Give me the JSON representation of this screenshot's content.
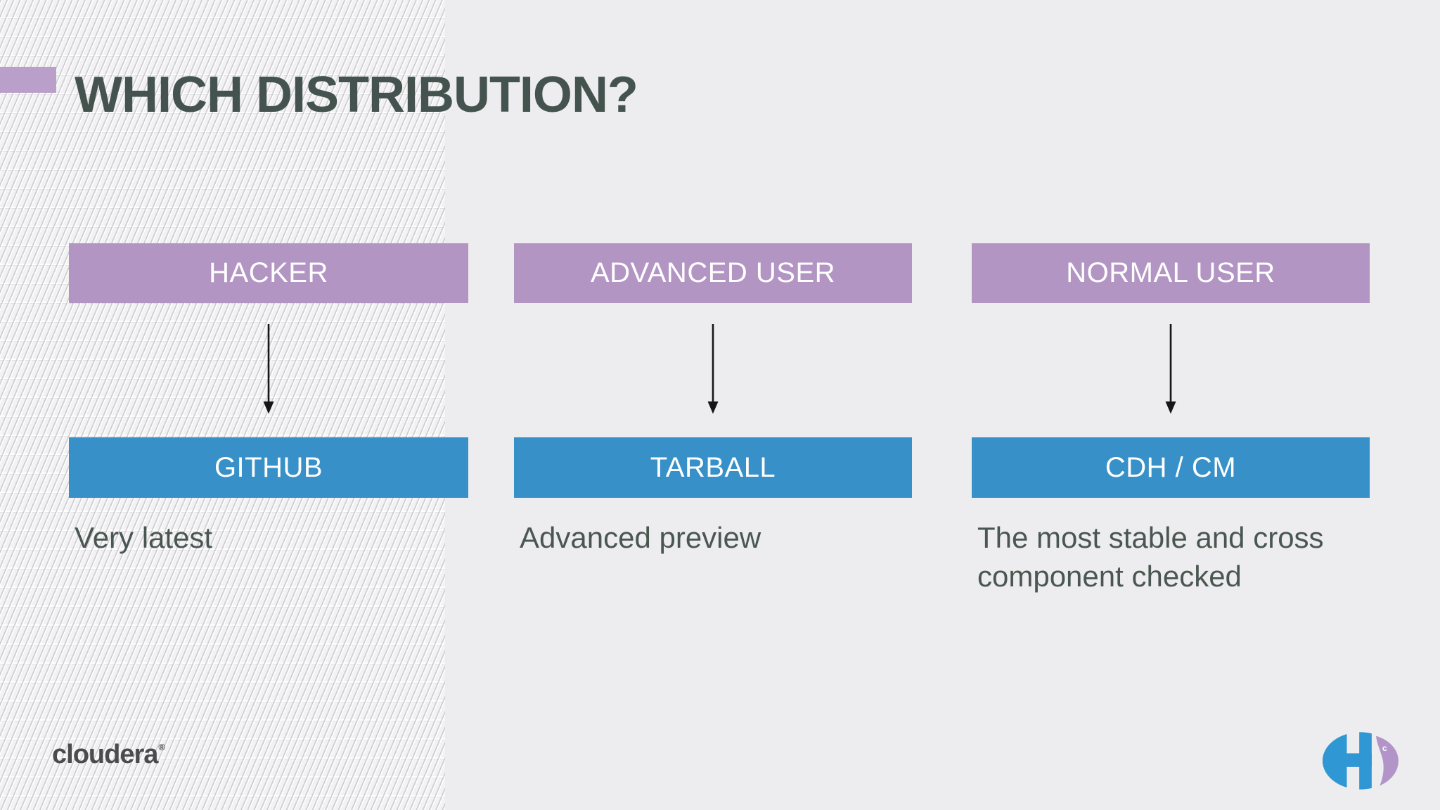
{
  "slide": {
    "title": "WHICH DISTRIBUTION?",
    "columns": [
      {
        "audience": "HACKER",
        "distribution": "GITHUB",
        "description": "Very latest"
      },
      {
        "audience": "ADVANCED USER",
        "distribution": "TARBALL",
        "description": "Advanced preview"
      },
      {
        "audience": "NORMAL USER",
        "distribution": "CDH / CM",
        "description": "The most stable and cross component checked"
      }
    ],
    "branding": {
      "wordmark": "cloudera",
      "registered_mark": "®",
      "logo_letter": "c"
    },
    "colors": {
      "background": "#edecee",
      "hatch_base": "#f2f1f3",
      "audience_box": "#b295c3",
      "distribution_box": "#3791c8",
      "accent_bar": "#bb9fcb",
      "title_text": "#45534e",
      "body_text": "#4a5751",
      "box_label_text": "#ffffff",
      "arrow": "#161616",
      "wordmark_text": "#4b4b4b",
      "logo_blue": "#2f97d3",
      "logo_purple": "#b394c8"
    }
  }
}
